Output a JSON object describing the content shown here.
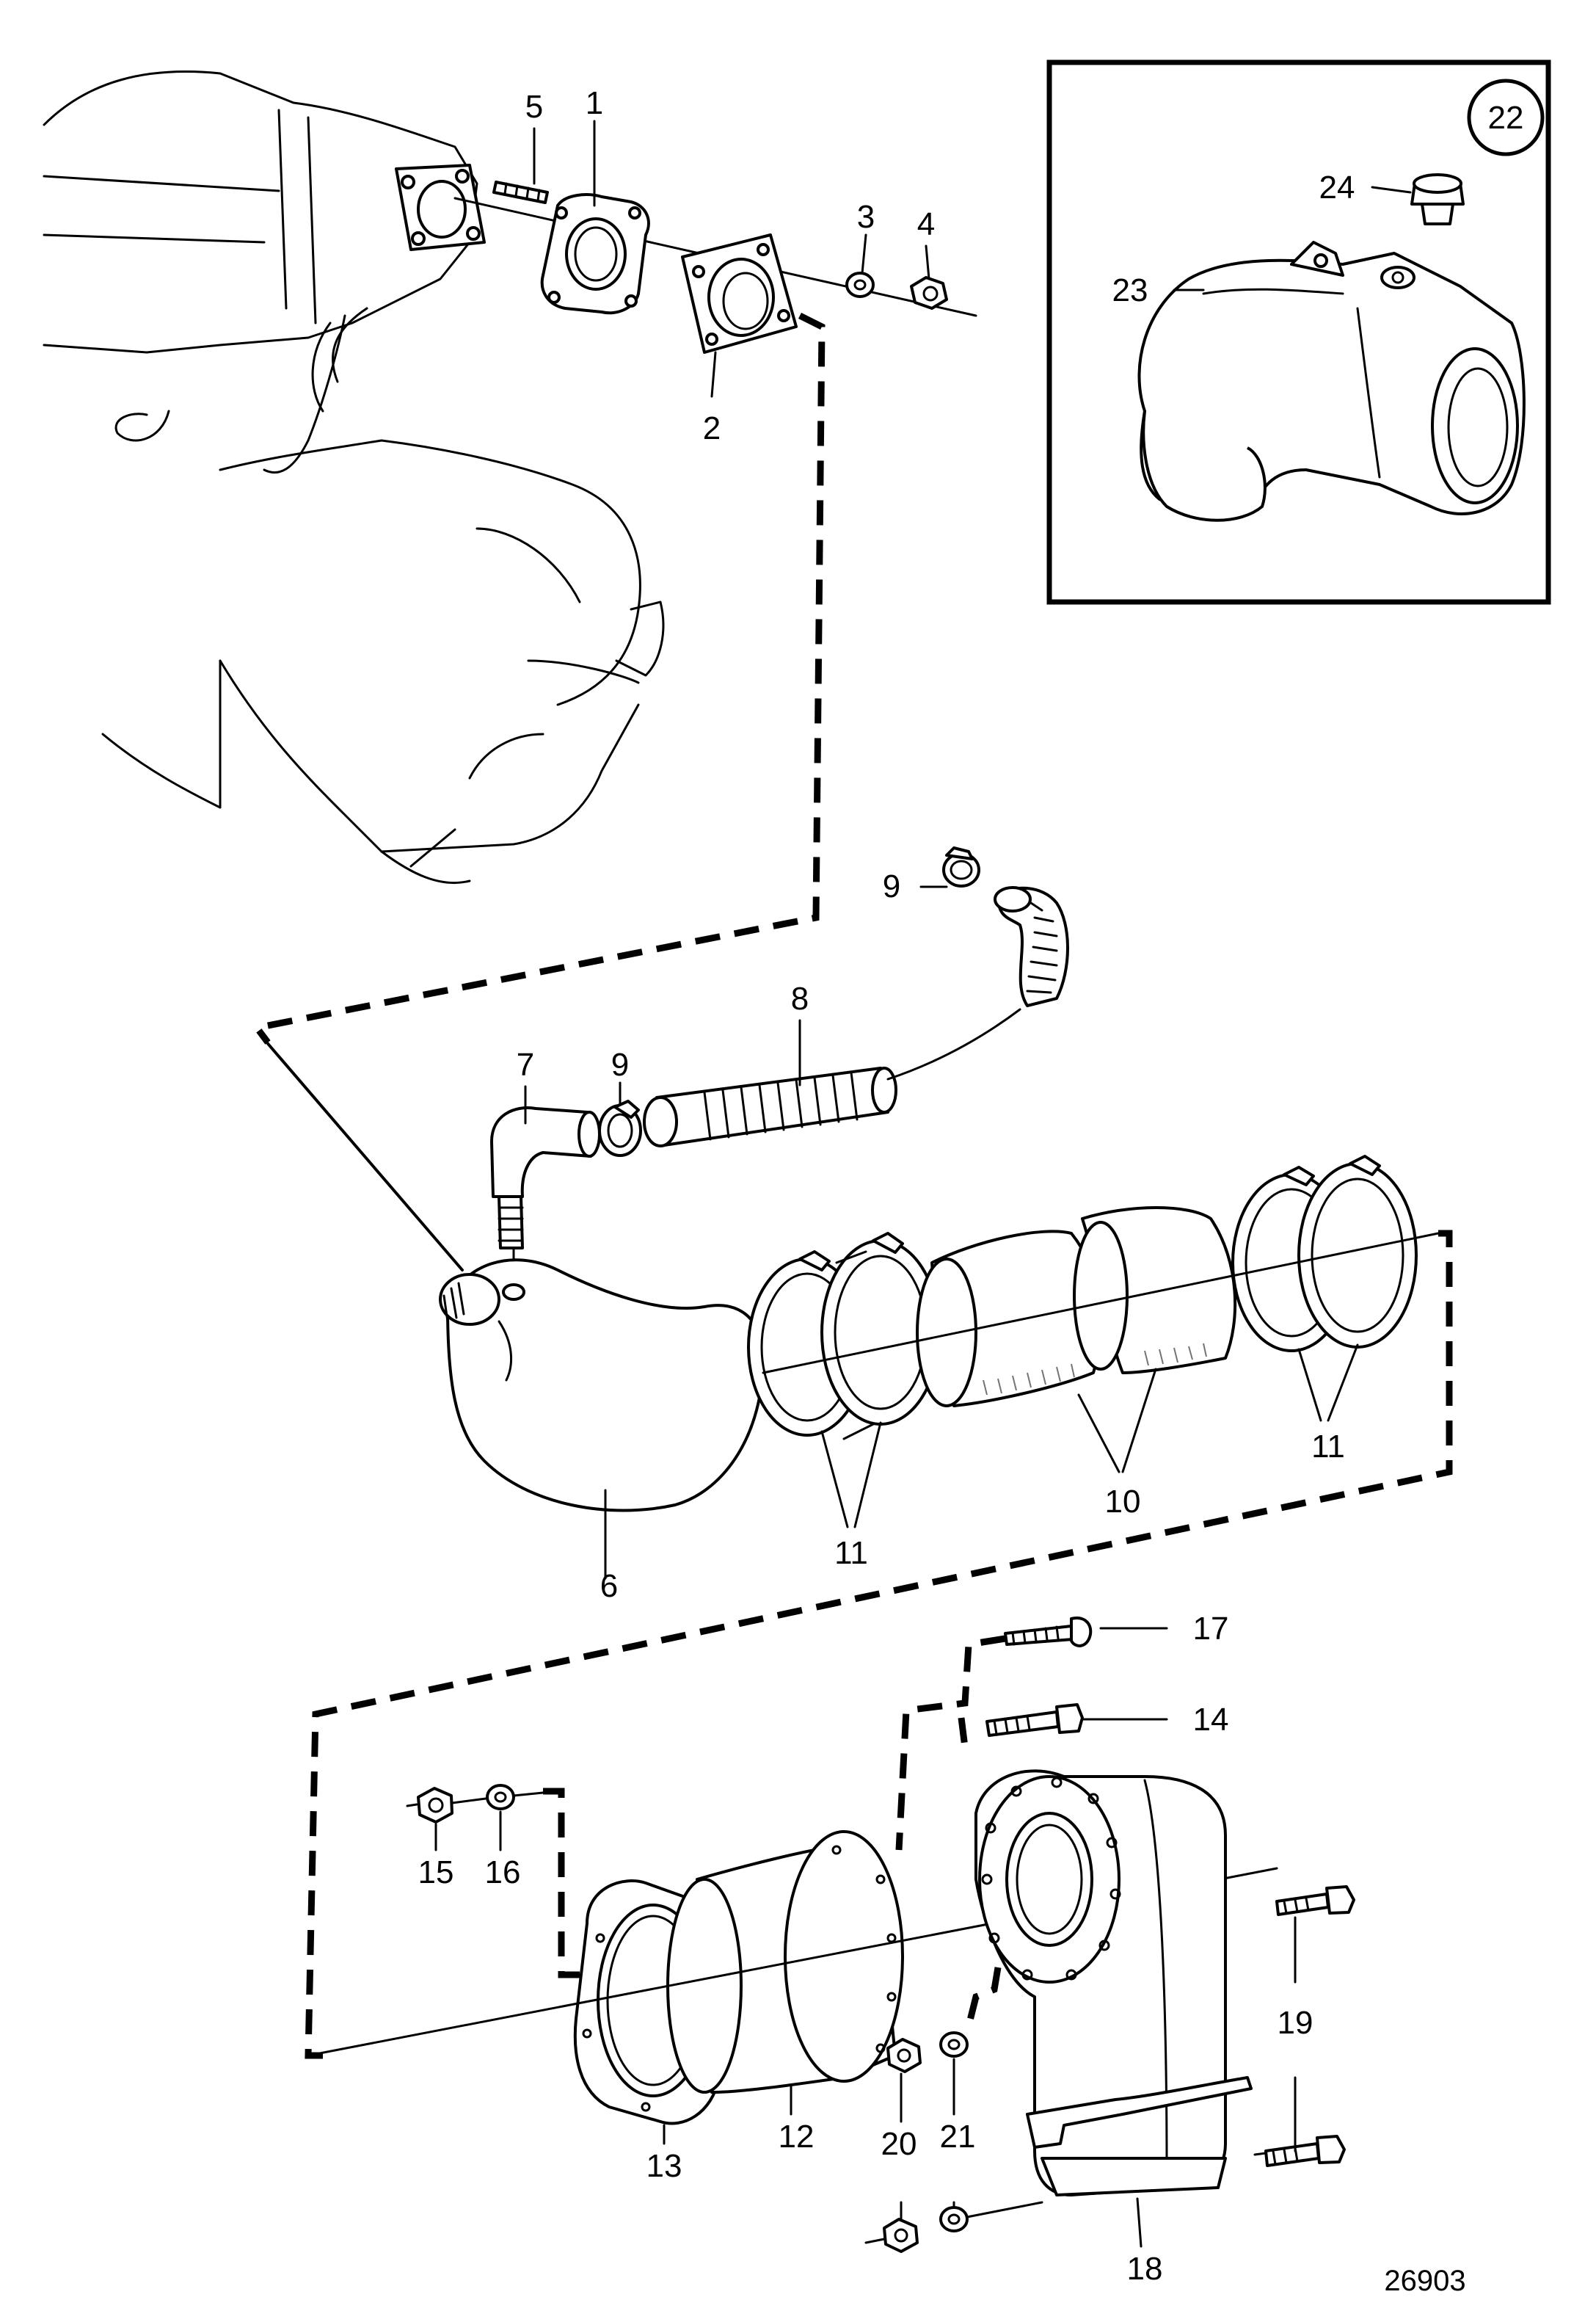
{
  "drawing_number": "26903",
  "inset": {
    "badge": "22",
    "labels": [
      "24",
      "23"
    ]
  },
  "callouts": [
    {
      "id": "c1",
      "text": "1"
    },
    {
      "id": "c2",
      "text": "2"
    },
    {
      "id": "c3",
      "text": "3"
    },
    {
      "id": "c4",
      "text": "4"
    },
    {
      "id": "c5",
      "text": "5"
    },
    {
      "id": "c6",
      "text": "6"
    },
    {
      "id": "c7",
      "text": "7"
    },
    {
      "id": "c8",
      "text": "8"
    },
    {
      "id": "c9a",
      "text": "9"
    },
    {
      "id": "c9b",
      "text": "9"
    },
    {
      "id": "c10",
      "text": "10"
    },
    {
      "id": "c11a",
      "text": "11"
    },
    {
      "id": "c11b",
      "text": "11"
    },
    {
      "id": "c12",
      "text": "12"
    },
    {
      "id": "c13",
      "text": "13"
    },
    {
      "id": "c14",
      "text": "14"
    },
    {
      "id": "c15",
      "text": "15"
    },
    {
      "id": "c16",
      "text": "16"
    },
    {
      "id": "c17",
      "text": "17"
    },
    {
      "id": "c18",
      "text": "18"
    },
    {
      "id": "c19",
      "text": "19"
    },
    {
      "id": "c20",
      "text": "20"
    },
    {
      "id": "c21",
      "text": "21"
    }
  ]
}
